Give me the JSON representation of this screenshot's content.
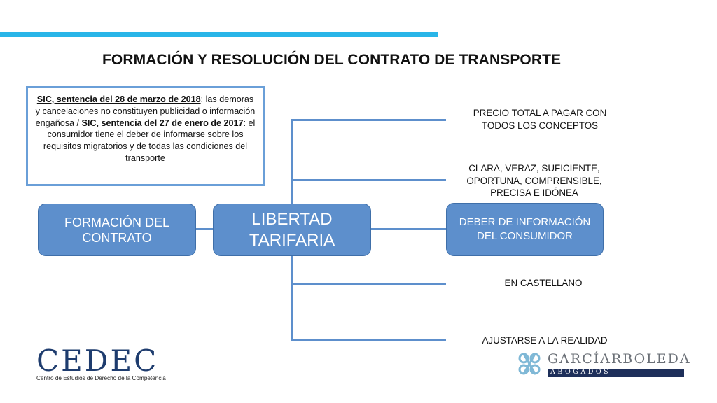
{
  "title": "FORMACIÓN Y RESOLUCIÓN DEL CONTRATO DE TRANSPORTE",
  "note": {
    "ref1": "SIC, sentencia del 28 de marzo de 2018",
    "text1": ": las demoras y cancelaciones no constituyen publicidad o información engañosa / ",
    "ref2": "SIC, sentencia del 27 de enero de 2017",
    "text2": ": el consumidor tiene el deber de informarse sobre los requisitos migratorios y de todas las condiciones del transporte"
  },
  "nodes": {
    "formacion": "FORMACIÓN DEL CONTRATO",
    "libertad": "LIBERTAD TARIFARIA",
    "deber": "DEBER DE INFORMACIÓN DEL CONSUMIDOR"
  },
  "branches": [
    "PRECIO TOTAL A PAGAR CON TODOS LOS CONCEPTOS",
    "CLARA, VERAZ, SUFICIENTE, OPORTUNA, COMPRENSIBLE, PRECISA E IDÓNEA",
    "EN CASTELLANO",
    "AJUSTARSE A LA REALIDAD"
  ],
  "logos": {
    "cedec_main": "CEDEC",
    "cedec_sub": "Centro de Estudios de Derecho de la Competencia",
    "ga_main": "GARCÍARBOLEDA",
    "ga_sub": "ABOGADOS"
  },
  "colors": {
    "accent_bar": "#29b5e8",
    "node_fill": "#5d8fcc",
    "note_border": "#6a9fd8",
    "cedec_blue": "#1e3c6e"
  }
}
